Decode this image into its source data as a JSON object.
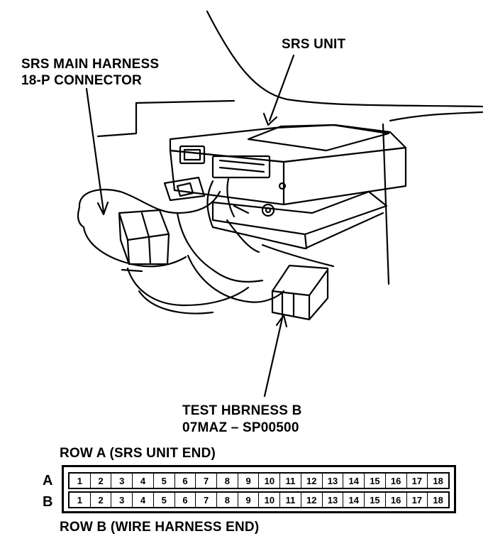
{
  "labels": {
    "srs_unit": "SRS UNIT",
    "main_harness_line1": "SRS MAIN HARNESS",
    "main_harness_line2": "18-P CONNECTOR",
    "test_harness_line1": "TEST HBRNESS B",
    "test_harness_line2": "07MAZ – SP00500"
  },
  "pin_table": {
    "row_a_caption": "ROW A (SRS UNIT END)",
    "row_b_caption": "ROW B (WIRE HARNESS END)",
    "row_a_letter": "A",
    "row_b_letter": "B",
    "row_a_pins": [
      "1",
      "2",
      "3",
      "4",
      "5",
      "6",
      "7",
      "8",
      "9",
      "10",
      "11",
      "12",
      "13",
      "14",
      "15",
      "16",
      "17",
      "18"
    ],
    "row_b_pins": [
      "1",
      "2",
      "3",
      "4",
      "5",
      "6",
      "7",
      "8",
      "9",
      "10",
      "11",
      "12",
      "13",
      "14",
      "15",
      "16",
      "17",
      "18"
    ]
  }
}
